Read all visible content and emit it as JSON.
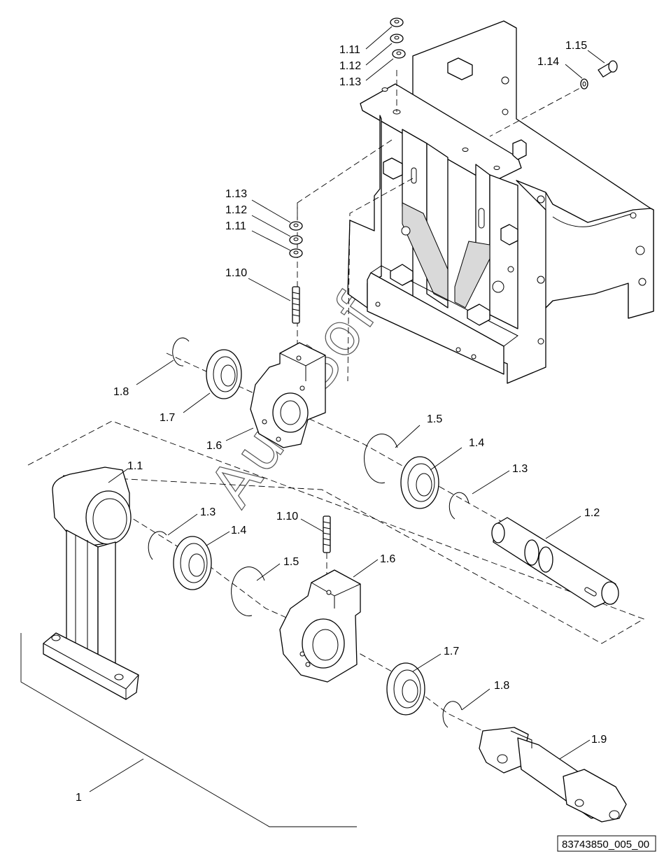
{
  "watermark": "AutoSoft",
  "drawing_number": "83743850_005_00",
  "labels": [
    {
      "id": "top-1.11",
      "text": "1.11"
    },
    {
      "id": "top-1.12",
      "text": "1.12"
    },
    {
      "id": "top-1.13",
      "text": "1.13"
    },
    {
      "id": "top-1.14",
      "text": "1.14"
    },
    {
      "id": "top-1.15",
      "text": "1.15"
    },
    {
      "id": "mid-1.13",
      "text": "1.13"
    },
    {
      "id": "mid-1.12",
      "text": "1.12"
    },
    {
      "id": "mid-1.11",
      "text": "1.11"
    },
    {
      "id": "upper-1.10",
      "text": "1.10"
    },
    {
      "id": "upper-1.8",
      "text": "1.8"
    },
    {
      "id": "upper-1.7",
      "text": "1.7"
    },
    {
      "id": "upper-1.6",
      "text": "1.6"
    },
    {
      "id": "upper-1.5",
      "text": "1.5"
    },
    {
      "id": "upper-1.4",
      "text": "1.4"
    },
    {
      "id": "upper-1.3",
      "text": "1.3"
    },
    {
      "id": "shaft-1.2",
      "text": "1.2"
    },
    {
      "id": "arm-1.1",
      "text": "1.1"
    },
    {
      "id": "lower-1.3",
      "text": "1.3"
    },
    {
      "id": "lower-1.4",
      "text": "1.4"
    },
    {
      "id": "lower-1.10",
      "text": "1.10"
    },
    {
      "id": "lower-1.5",
      "text": "1.5"
    },
    {
      "id": "lower-1.6",
      "text": "1.6"
    },
    {
      "id": "lower-1.7",
      "text": "1.7"
    },
    {
      "id": "lower-1.8",
      "text": "1.8"
    },
    {
      "id": "joint-1.9",
      "text": "1.9"
    },
    {
      "id": "assembly-1",
      "text": "1"
    }
  ]
}
